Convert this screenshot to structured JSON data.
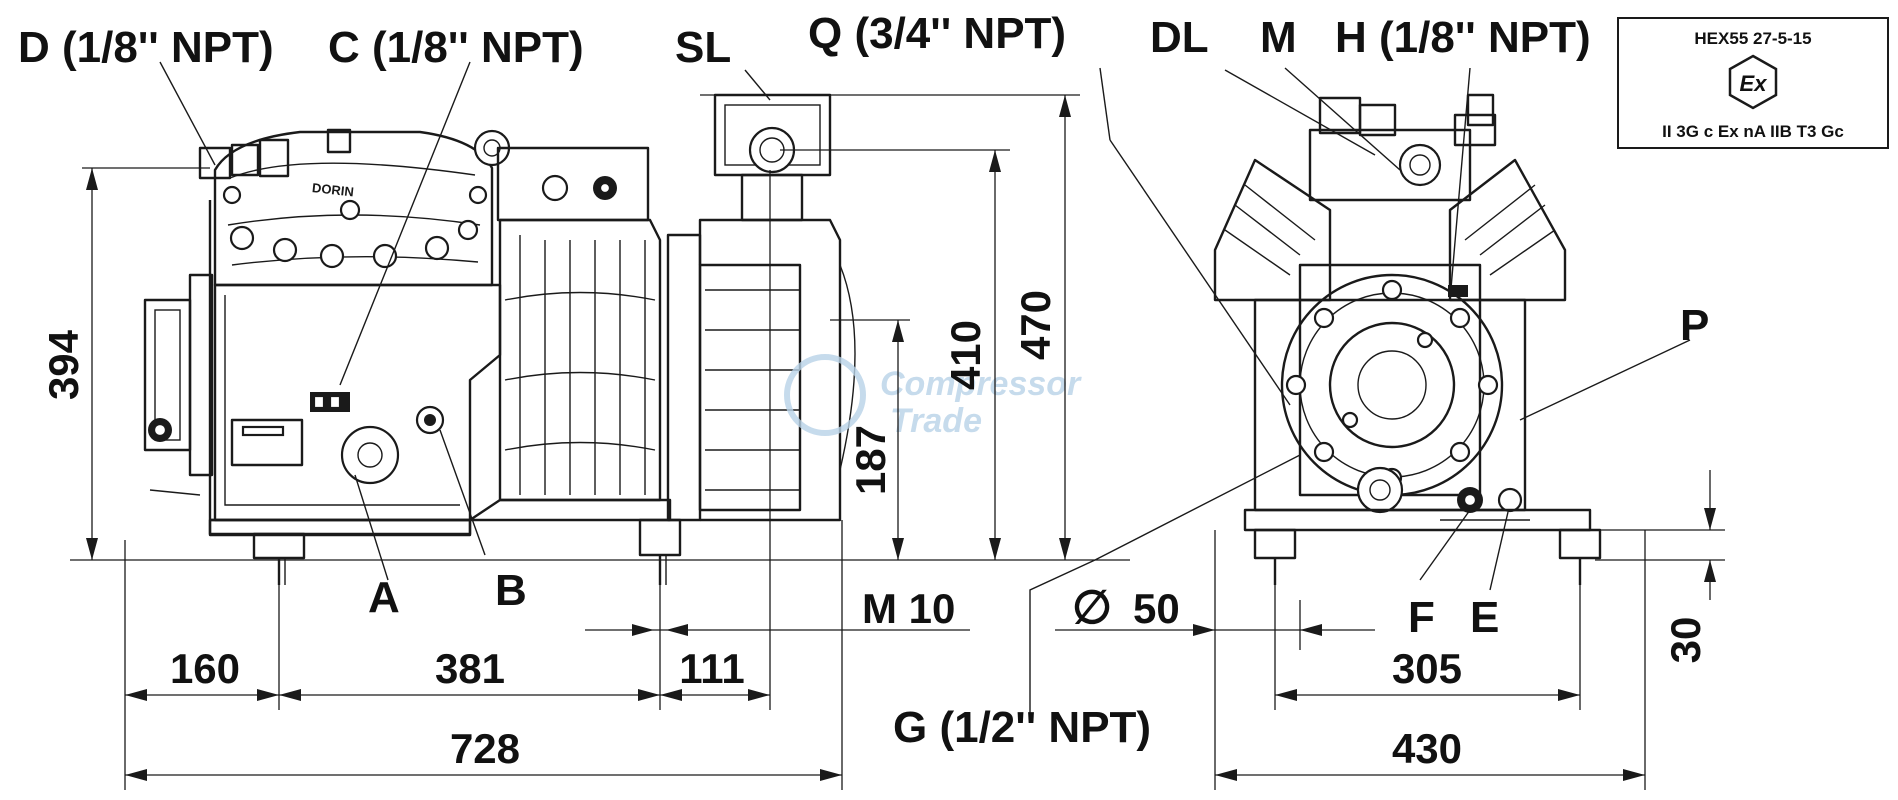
{
  "labels": {
    "port_d": "D (1/8'' NPT)",
    "port_c": "C (1/8'' NPT)",
    "port_sl": "SL",
    "port_q": "Q (3/4'' NPT)",
    "port_dl": "DL",
    "port_m": "M",
    "port_h": "H (1/8'' NPT)",
    "port_p": "P",
    "port_a": "A",
    "port_b": "B",
    "port_f": "F",
    "port_e": "E",
    "port_g": "G (1/2'' NPT)",
    "thread_m10": "M 10",
    "diameter_symbol": "∅",
    "diameter_value": "50"
  },
  "dimensions": {
    "height_394": "394",
    "height_410": "410",
    "height_470": "470",
    "height_187": "187",
    "height_30": "30",
    "length_160": "160",
    "length_381": "381",
    "length_111": "111",
    "length_728": "728",
    "width_305": "305",
    "width_430": "430"
  },
  "certification": {
    "code": "HEX55 27-5-15",
    "mark": "Ex",
    "marking": "II 3G c Ex nA IIB T3 Gc"
  },
  "watermark": {
    "line1": "Compressor",
    "line2": "Trade"
  },
  "colors": {
    "ink": "#1a1a1a",
    "watermark": "#b9d3e8"
  }
}
